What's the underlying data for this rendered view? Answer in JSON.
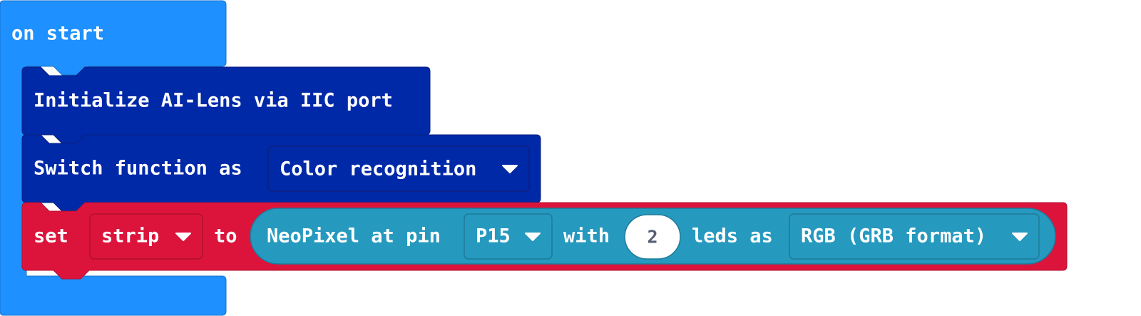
{
  "colors": {
    "basic_block": "#1e90ff",
    "ailens_block": "#0029a8",
    "variables_block": "#dc143c",
    "neopixel_block": "#2699bf",
    "number_field": "#ffffff"
  },
  "on_start": {
    "label": "on start"
  },
  "init_ailens": {
    "label": "Initialize AI-Lens via IIC port"
  },
  "switch_function": {
    "label": "Switch function as",
    "dropdown_value": "Color recognition",
    "dropdown_icon": "triangle-down-icon"
  },
  "set_variable": {
    "set_label": "set",
    "variable": "strip",
    "to_label": "to",
    "neopixel": {
      "label": "NeoPixel at pin",
      "pin": "P15",
      "with_label": "with",
      "led_count": "2",
      "leds_as_label": "leds as",
      "mode": "RGB (GRB format)"
    }
  }
}
